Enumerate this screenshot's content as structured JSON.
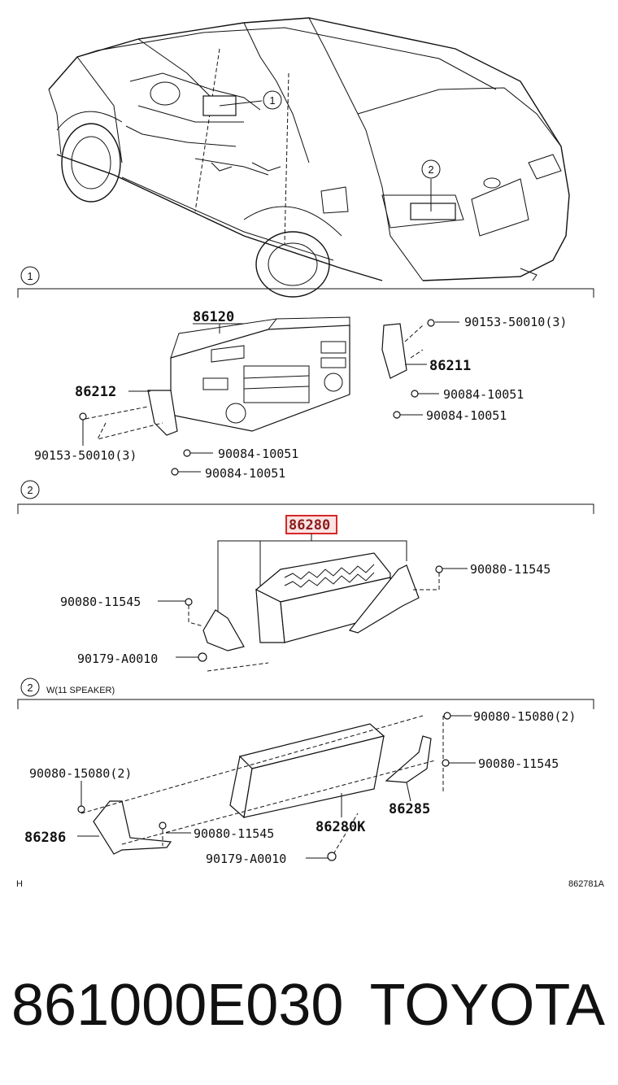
{
  "callouts": {
    "c1": "1",
    "c2": "2"
  },
  "section1": {
    "marker": "1",
    "labels": {
      "main_unit": "86120",
      "bracket_right": "86211",
      "bracket_left": "86212",
      "screw_tr": "90153-50010(3)",
      "screw_r1": "90084-10051",
      "screw_r2": "90084-10051",
      "screw_l": "90153-50010(3)",
      "screw_b1": "90084-10051",
      "screw_b2": "90084-10051"
    }
  },
  "section2": {
    "marker": "2",
    "labels": {
      "amplifier": "86280",
      "bolt_right": "90080-11545",
      "bolt_left": "90080-11545",
      "nut": "90179-A0010"
    }
  },
  "section3": {
    "marker": "2",
    "note": "W(11 SPEAKER)",
    "labels": {
      "bolt_tr": "90080-15080(2)",
      "bolt_r": "90080-11545",
      "bolt_l": "90080-15080(2)",
      "bracket_r": "86285",
      "bracket_l": "86286",
      "bolt_bl": "90080-11545",
      "amplifier": "86280K",
      "nut": "90179-A0010"
    }
  },
  "corner": {
    "left": "H",
    "right": "862781A"
  },
  "footer": {
    "part_number": "861000E030",
    "brand": "TOYOTA"
  },
  "colors": {
    "highlight": "#d62828",
    "ink": "#111111"
  }
}
